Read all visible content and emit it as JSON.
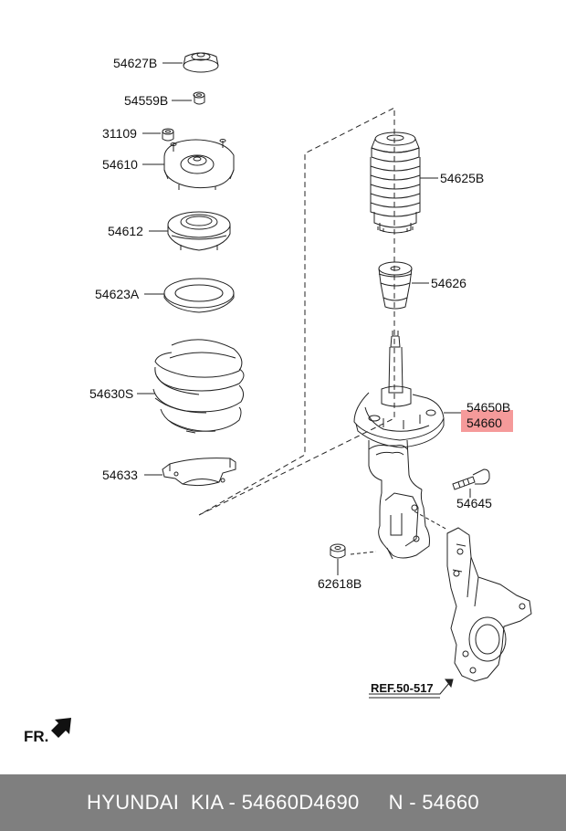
{
  "parts": {
    "p54627b": "54627B",
    "p54559b": "54559B",
    "p31109": "31109",
    "p54610": "54610",
    "p54612": "54612",
    "p54623a": "54623A",
    "p54630s": "54630S",
    "p54633": "54633",
    "p54625b": "54625B",
    "p54626": "54626",
    "p54650b": "54650B",
    "p54660": "54660",
    "p54645": "54645",
    "p62618b": "62618B"
  },
  "reference": "REF.50-517",
  "direction": "FR.",
  "highlight_color": "#f59a9a",
  "footer": {
    "text": "HYUNDAI  KIA - 54660D4690     N - 54660"
  }
}
